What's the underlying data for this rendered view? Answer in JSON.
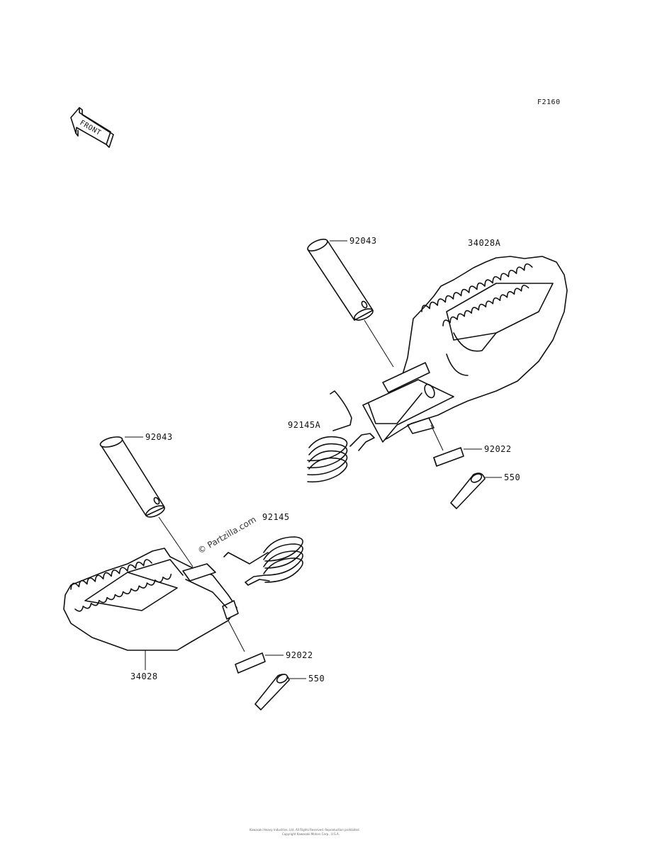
{
  "diagram_code": "F2160",
  "front_arrow_text": "FRONT",
  "watermark": "© Partzilla.com",
  "footer_line1": "Kawasaki Heavy Industries, Ltd. All Rights Reserved. Reproduction prohibited.",
  "footer_line2": "Copyright Kawasaki Motors Corp., U.S.A.",
  "parts": {
    "pin_right": "92043",
    "footpeg_right": "34028A",
    "spring_right": "92145A",
    "washer_right": "92022",
    "cotter_right": "550",
    "pin_left": "92043",
    "spring_left": "92145",
    "washer_left": "92022",
    "cotter_left": "550",
    "footpeg_left": "34028"
  }
}
